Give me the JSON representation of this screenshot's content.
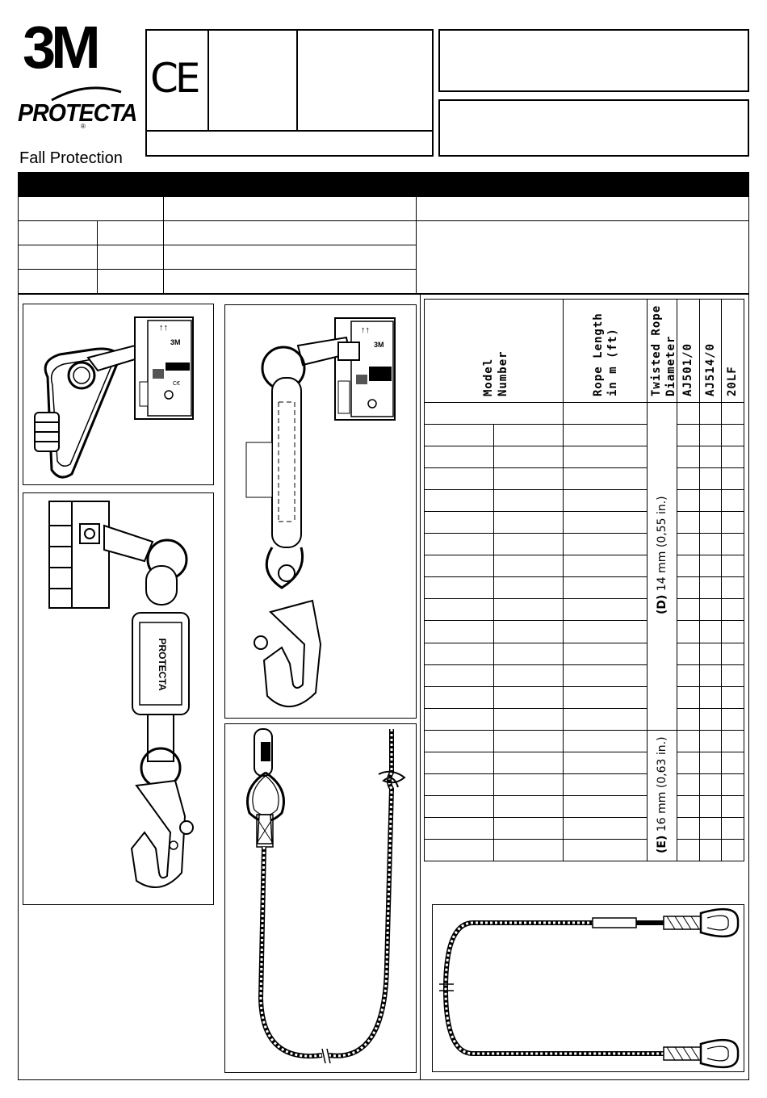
{
  "logo": {
    "brand": "3M",
    "sub_brand": "PROTECTA",
    "registered": "®",
    "tagline": "Fall Protection"
  },
  "ce_mark": "CE",
  "table": {
    "headers": {
      "model_number": "Model\nNumber",
      "rope_length": "Rope Length\nin m (ft)",
      "twisted_rope": "Twisted Rope\nDiameter",
      "col_a": "AJ501/0",
      "col_b": "AJ514/0",
      "col_c": "20LF"
    },
    "diameter_d": {
      "letter": "(D)",
      "text": " 14 mm (0,55 in.)"
    },
    "diameter_e": {
      "letter": "(E)",
      "text": " 16 mm (0,63 in.)"
    }
  },
  "device_labels": {
    "brand": "3M",
    "ce": "CE",
    "arrows": "↑↑"
  }
}
